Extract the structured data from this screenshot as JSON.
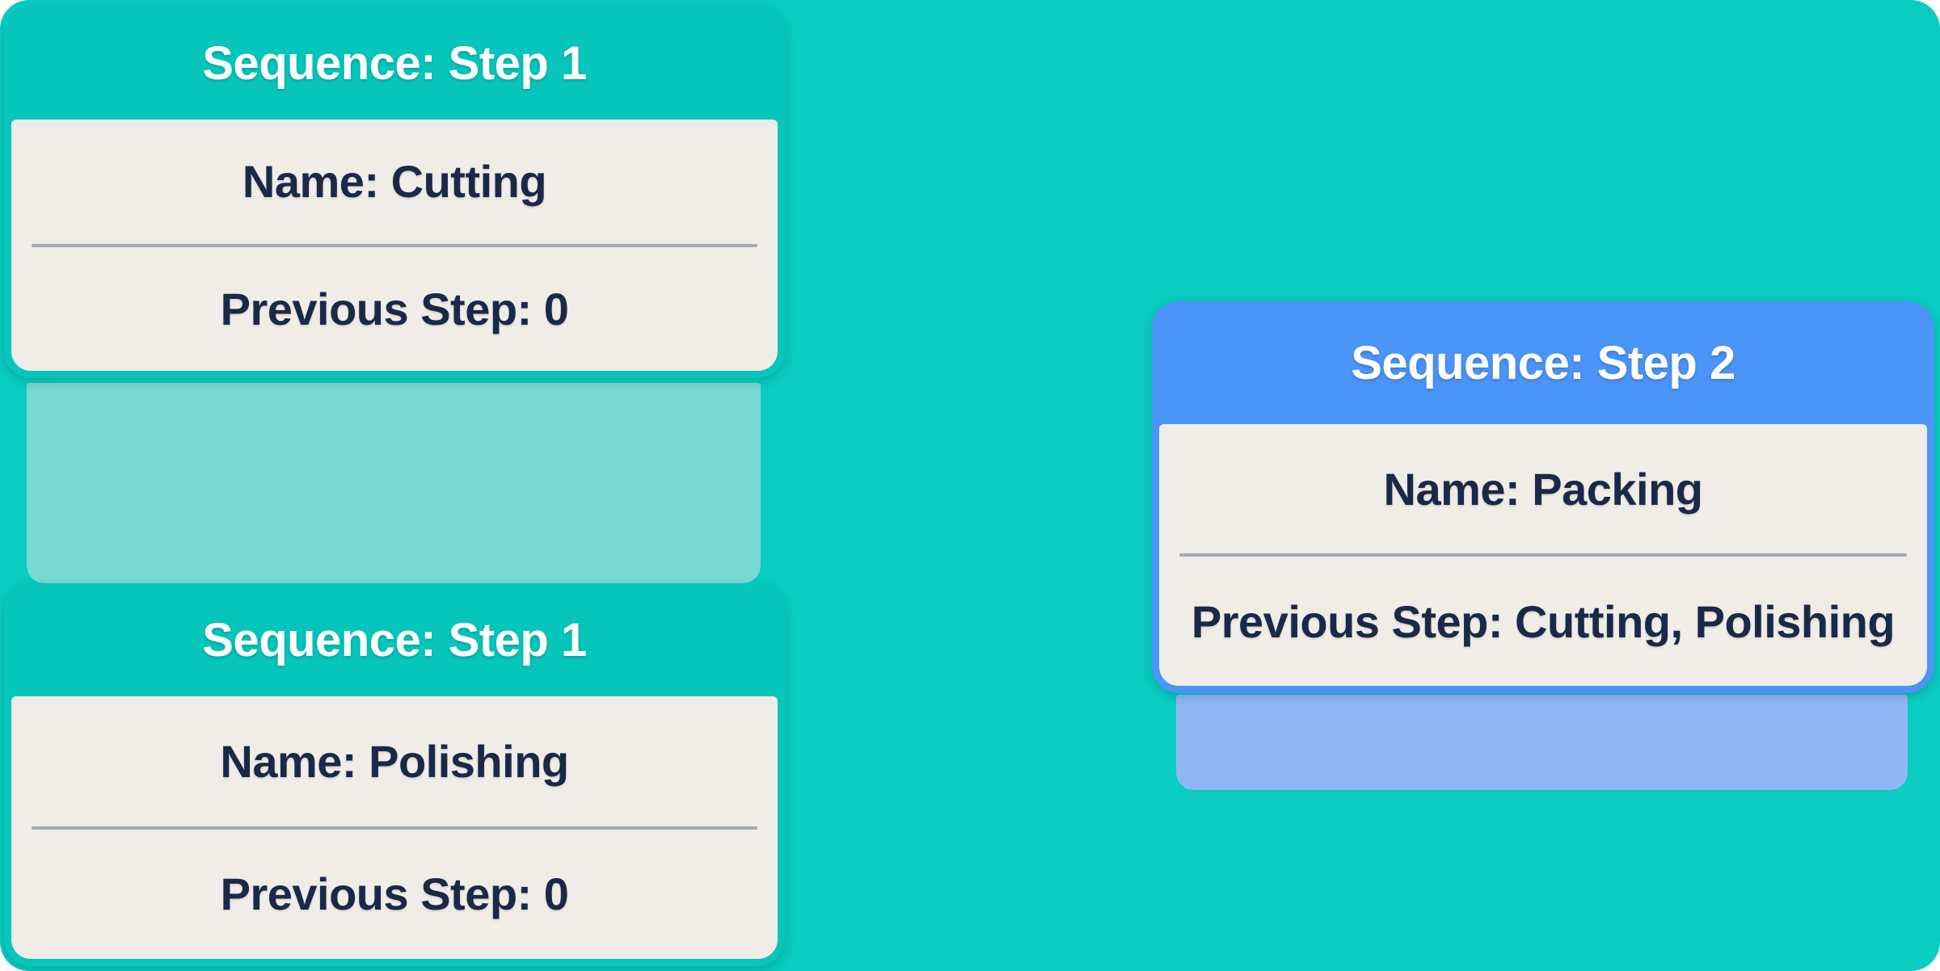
{
  "canvas": {
    "background_color": "#0accc1",
    "frame_corner_color": "#ffffff"
  },
  "colors": {
    "teal_accent": "#06c6bc",
    "teal_halo": "#79d9d3",
    "blue_accent": "#4b94f8",
    "blue_halo": "#90b7f3",
    "card_body": "#f0ece8",
    "divider": "#a2aab4",
    "title_text": "#ffffff",
    "body_text": "#1b2947"
  },
  "nodes": [
    {
      "id": "step1-cutting",
      "title": "Sequence: Step 1",
      "name_label": "Name: Cutting",
      "prev_label": "Previous Step: 0",
      "accent_color": "#06c6bc",
      "halo_color": "#79d9d3"
    },
    {
      "id": "step1-polishing",
      "title": "Sequence: Step 1",
      "name_label": "Name: Polishing",
      "prev_label": "Previous Step: 0",
      "accent_color": "#06c6bc",
      "halo_color": "#79d9d3"
    },
    {
      "id": "step2-packing",
      "title": "Sequence: Step 2",
      "name_label": "Name: Packing",
      "prev_label": "Previous Step: Cutting, Polishing",
      "accent_color": "#4b94f8",
      "halo_color": "#90b7f3"
    }
  ]
}
